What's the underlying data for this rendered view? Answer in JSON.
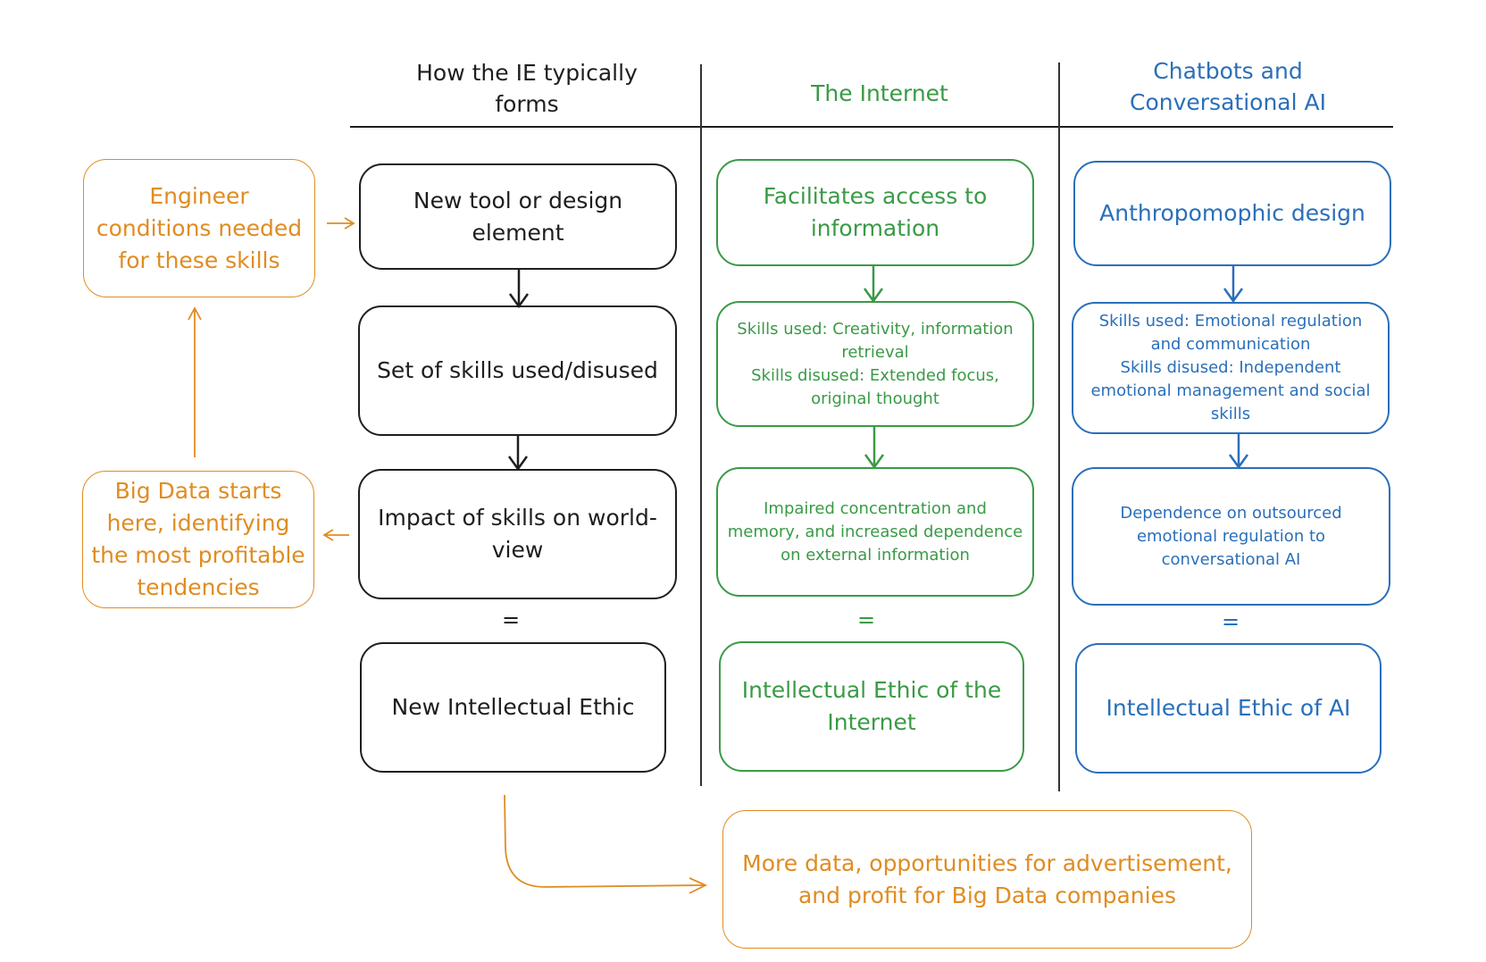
{
  "colors": {
    "black": "#1e1e1e",
    "green": "#3a9a46",
    "blue": "#2a6fba",
    "orange": "#e08c22"
  },
  "columns": [
    {
      "header": "How the IE typically forms",
      "boxes": [
        "New tool or design element",
        "Set of skills used/disused",
        "Impact of skills on world-view"
      ],
      "equals": "=",
      "result": "New Intellectual Ethic"
    },
    {
      "header": "The Internet",
      "boxes": [
        "Facilitates access to information",
        "Skills used: Creativity, information retrieval\nSkills disused: Extended focus, original thought",
        "Impaired concentration and memory, and increased dependence on external information"
      ],
      "equals": "=",
      "result": "Intellectual Ethic of the Internet"
    },
    {
      "header": "Chatbots and Conversational AI",
      "boxes": [
        "Anthropomophic design",
        "Skills used: Emotional regulation and communication\nSkills disused: Independent emotional management and social skills",
        "Dependence on outsourced emotional regulation to conversational AI"
      ],
      "equals": "=",
      "result": "Intellectual Ethic of AI"
    }
  ],
  "side_notes": {
    "engineer": "Engineer conditions needed for these skills",
    "big_data": "Big Data starts here, identifying the most profitable tendencies",
    "profit": "More data, opportunities for advertisement, and profit for Big Data companies"
  }
}
